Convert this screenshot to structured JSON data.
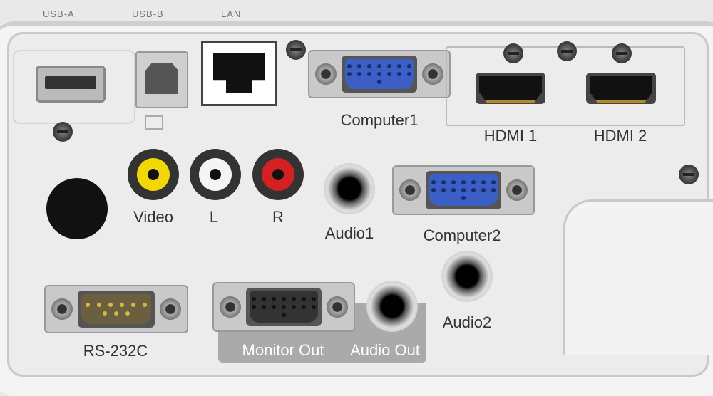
{
  "top_labels": [
    "USB-A",
    "USB-B",
    "LAN"
  ],
  "ports": {
    "computer1": "Computer1",
    "hdmi1": "HDMI 1",
    "hdmi2": "HDMI 2",
    "video": "Video",
    "audio_l": "L",
    "audio_r": "R",
    "audio1": "Audio1",
    "computer2": "Computer2",
    "audio2": "Audio2",
    "rs232c": "RS-232C",
    "monitor_out": "Monitor Out",
    "audio_out": "Audio Out"
  },
  "colors": {
    "vga_blue": "#3b5fc4",
    "video_yellow": "#f2d800",
    "audio_red": "#d42020",
    "audio_white": "#f5f5f5"
  }
}
